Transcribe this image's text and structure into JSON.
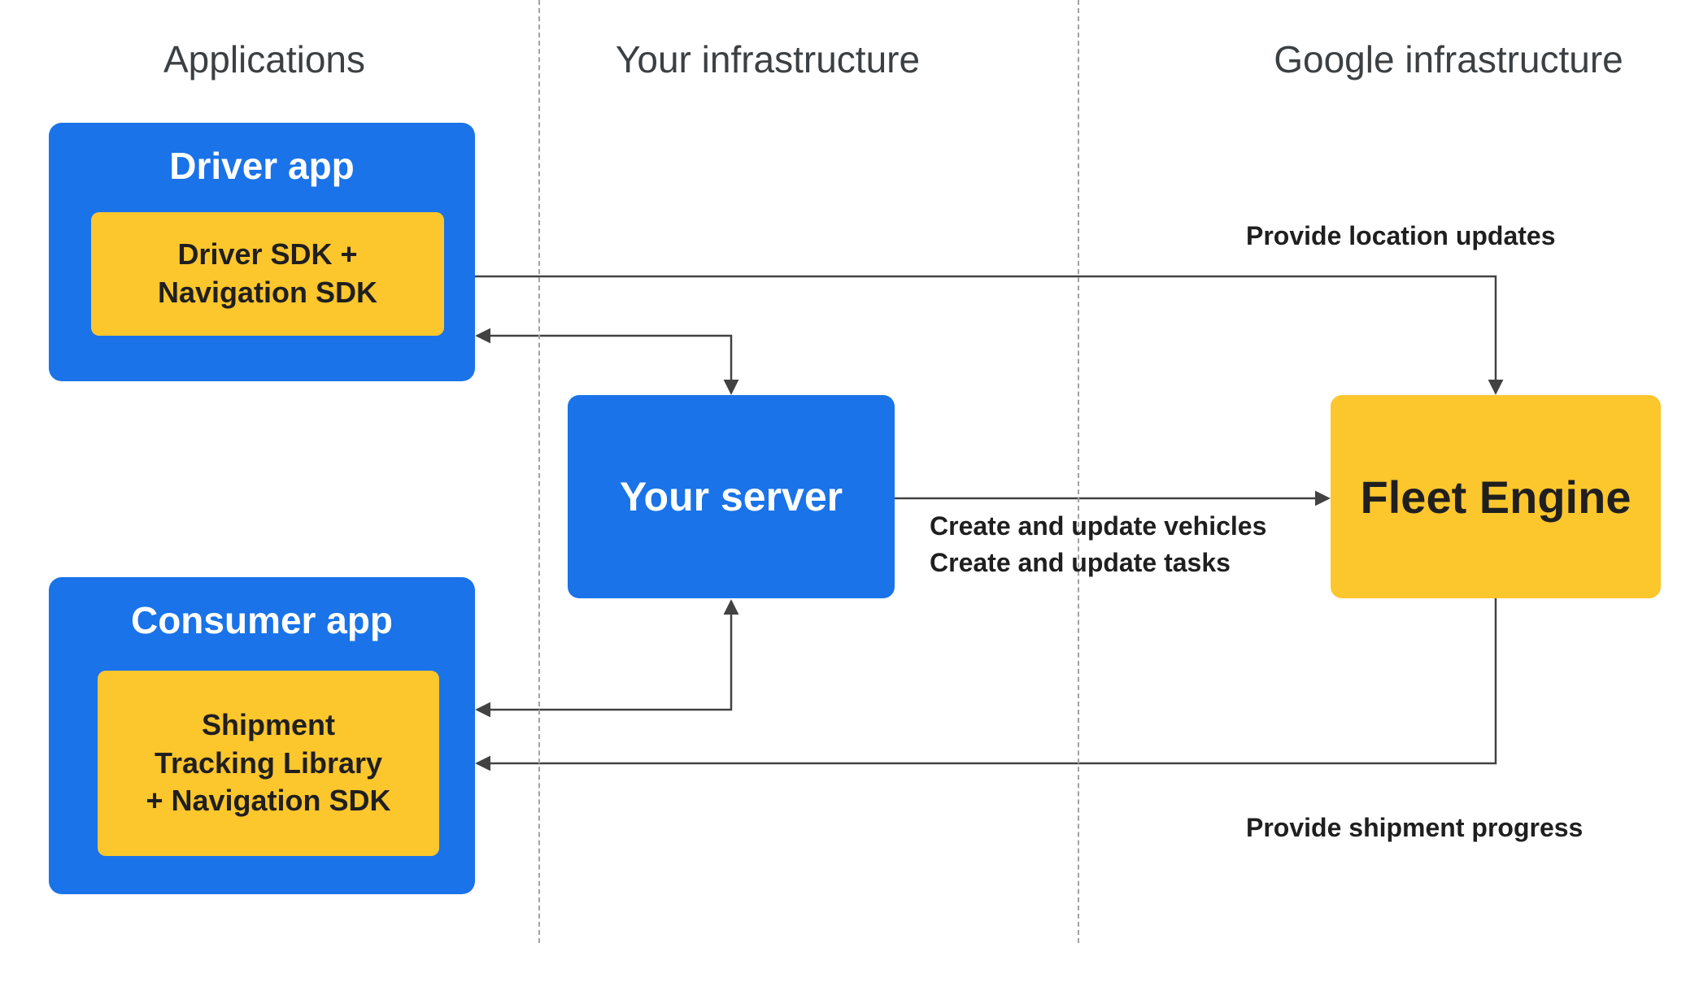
{
  "colors": {
    "node_blue": "#1a73e8",
    "node_yellow": "#fcc62d",
    "arrow": "#424242",
    "header_text": "#3c4043",
    "dark_text": "#1f1f1f",
    "white_text": "#ffffff",
    "divider": "#a2a2a2"
  },
  "headers": {
    "applications": "Applications",
    "your_infrastructure": "Your infrastructure",
    "google_infrastructure": "Google infrastructure"
  },
  "nodes": {
    "driver_app": {
      "title": "Driver app",
      "sdk_lines": [
        "Driver SDK +",
        "Navigation SDK"
      ]
    },
    "consumer_app": {
      "title": "Consumer app",
      "sdk_lines": [
        "Shipment",
        "Tracking Library",
        "+ Navigation SDK"
      ]
    },
    "your_server": {
      "title": "Your server"
    },
    "fleet_engine": {
      "title": "Fleet Engine"
    }
  },
  "edge_labels": {
    "provide_location_updates": "Provide location updates",
    "create_update_vehicles": "Create and update vehicles",
    "create_update_tasks": "Create and update tasks",
    "provide_shipment_progress": "Provide shipment progress"
  }
}
